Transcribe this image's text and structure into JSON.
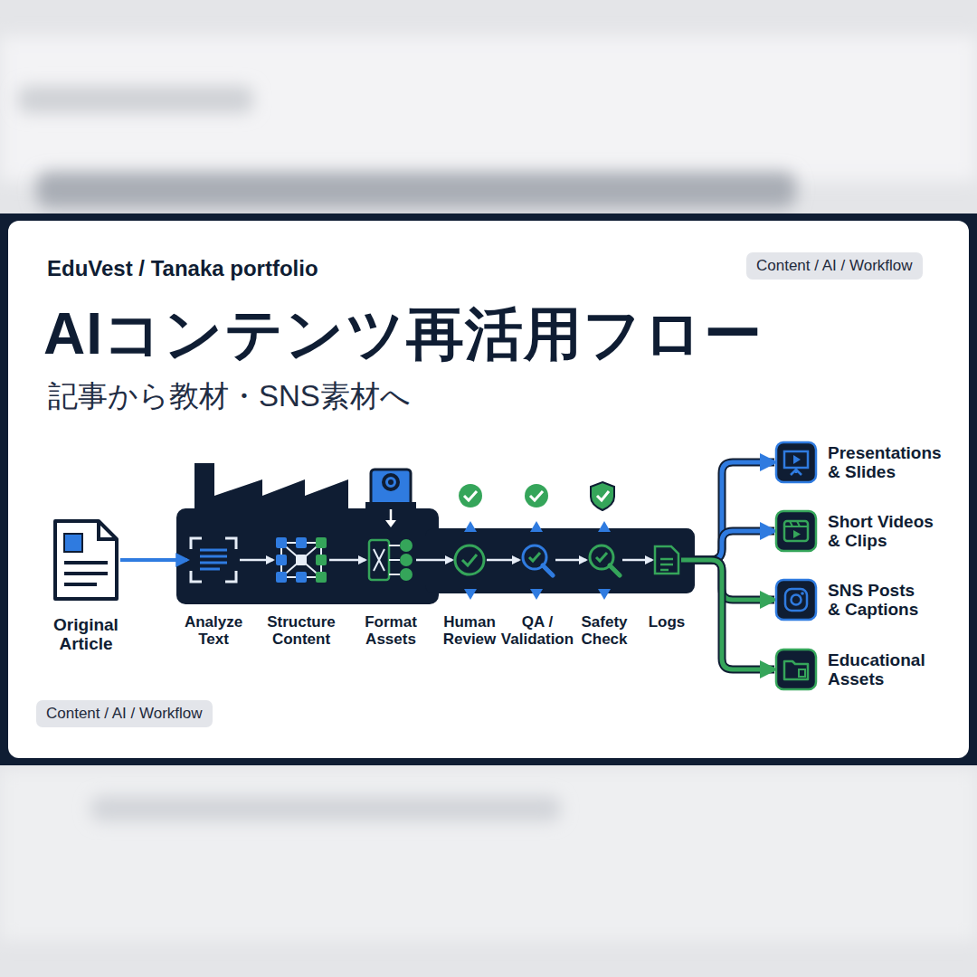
{
  "diagram": {
    "title": "AIコンテンツ再活用フロー",
    "nodes": [
      {
        "text": [
          "Original Article"
        ]
      },
      {
        "text": [
          "Analyze Text"
        ]
      },
      {
        "text": [
          "Structure Content"
        ]
      },
      {
        "text": [
          "Format Assets"
        ]
      },
      {
        "text": [
          "Human Review"
        ]
      },
      {
        "text": [
          "QA / Validation"
        ]
      },
      {
        "text": [
          "Safety Check"
        ]
      },
      {
        "text": [
          "Logs"
        ]
      },
      {
        "text": [
          "Presentations & Slides"
        ]
      },
      {
        "text": [
          "Short Videos & Clips"
        ]
      },
      {
        "text": [
          "SNS Posts & Captions"
        ]
      },
      {
        "text": [
          "Educational Assets"
        ]
      }
    ],
    "edges": [
      {
        "from": 0,
        "to": 1,
        "arrow": "to"
      },
      {
        "from": 1,
        "to": 2,
        "arrow": "to"
      },
      {
        "from": 2,
        "to": 3,
        "arrow": "to"
      },
      {
        "from": 3,
        "to": 4,
        "arrow": "to"
      },
      {
        "from": 4,
        "to": 5,
        "arrow": "to"
      },
      {
        "from": 5,
        "to": 6,
        "arrow": "to"
      },
      {
        "from": 6,
        "to": 7,
        "arrow": "to"
      },
      {
        "from": 7,
        "to": 8,
        "arrow": "to"
      },
      {
        "from": 7,
        "to": 9,
        "arrow": "to"
      },
      {
        "from": 7,
        "to": 10,
        "arrow": "to"
      },
      {
        "from": 7,
        "to": 11,
        "arrow": "to"
      }
    ],
    "labels": [
      "EduVest / Tanaka portfolio",
      "Content / AI / Workflow",
      "記事から教材・SNS素材へ",
      "Content / AI / Workflow"
    ]
  }
}
